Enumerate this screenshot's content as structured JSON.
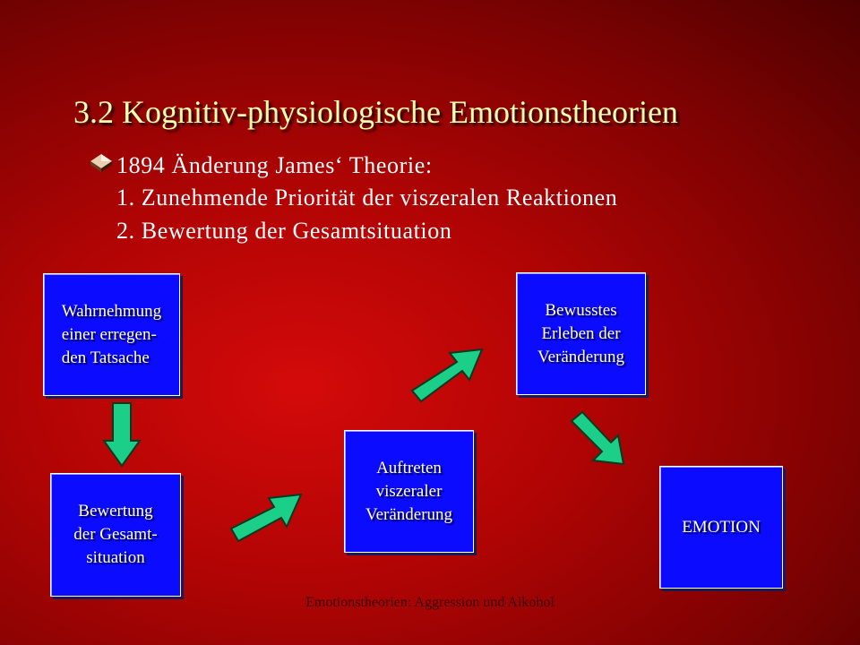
{
  "slide": {
    "title": "3.2 Kognitiv-physiologische Emotionstheorien",
    "bullet": {
      "heading": "1894 Änderung James‘ Theorie:",
      "line1": "1. Zunehmende Priorität der viszeralen Reaktionen",
      "line2": "2. Bewertung der Gesamtsituation"
    },
    "boxes": {
      "wahrnehmung": "Wahrnehmung\neiner erregen-\nden Tatsache",
      "bewertung": "Bewertung\nder Gesamt-\nsituation",
      "auftreten": "Auftreten\nviszeraler\nVeränderung",
      "bewusstes": "Bewusstes\nErleben der\nVeränderung",
      "emotion": "EMOTION"
    },
    "footer": "Emotionstheorien: Aggression und Alkohol",
    "colors": {
      "background": "#c00000",
      "title": "#ffffb0",
      "box_fill": "#0b0bff",
      "arrow_fill": "#1ccf88"
    }
  }
}
